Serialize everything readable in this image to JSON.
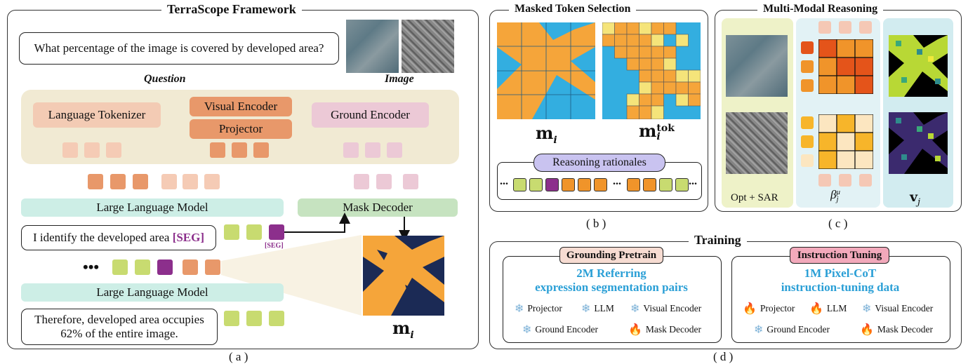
{
  "panel_a": {
    "title": "TerraScope Framework",
    "question_text": "What percentage of the image is covered by developed area?",
    "question_label": "Question",
    "image_label": "Image",
    "language_tokenizer": "Language Tokenizer",
    "visual_encoder": "Visual Encoder",
    "projector": "Projector",
    "ground_encoder": "Ground Encoder",
    "llm_1": "Large Language Model",
    "mask_decoder": "Mask Decoder",
    "identify_text": "I identify the developed area",
    "seg_token": "[SEG]",
    "seg_small": "[SEG]",
    "ellipsis": "•••",
    "llm_2": "Large Language Model",
    "answer_text": "Therefore, developed area occupies 62% of the entire image.",
    "mask_label_base": "m",
    "mask_label_sub": "i",
    "caption": "( a )"
  },
  "panel_b": {
    "title": "Masked Token Selection",
    "m_label_base": "m",
    "m_label_sub": "i",
    "mtok_label_base": "m",
    "mtok_label_sub": "i",
    "mtok_label_sup": "tok",
    "rationale_title": "Reasoning rationales",
    "ellipsis": "...",
    "caption": "( b )"
  },
  "panel_c": {
    "title": "Multi-Modal Reasoning",
    "col1_label": "Opt + SAR",
    "col2_label_base": "β",
    "col2_label_sub": "j",
    "col2_label_sup": "μ",
    "col3_label_base": "v",
    "col3_label_sub": "j",
    "caption": "( c )"
  },
  "panel_d": {
    "title": "Training",
    "left": {
      "tag": "Grounding Pretrain",
      "headline_1": "2M Referring",
      "headline_2": "expression segmentation pairs",
      "items": [
        {
          "icon": "snowflake",
          "label": "Projector"
        },
        {
          "icon": "snowflake",
          "label": "LLM"
        },
        {
          "icon": "snowflake",
          "label": "Visual Encoder"
        },
        {
          "icon": "snowflake",
          "label": "Ground Encoder"
        },
        {
          "icon": "fire",
          "label": "Mask Decoder"
        }
      ]
    },
    "right": {
      "tag": "Instruction Tuning",
      "headline_1": "1M Pixel-CoT",
      "headline_2": "instruction-tuning data",
      "items": [
        {
          "icon": "fire",
          "label": "Projector"
        },
        {
          "icon": "fire",
          "label": "LLM"
        },
        {
          "icon": "snowflake",
          "label": "Visual Encoder"
        },
        {
          "icon": "snowflake",
          "label": "Ground Encoder"
        },
        {
          "icon": "fire",
          "label": "Mask Decoder"
        }
      ]
    },
    "caption": "( d )"
  },
  "colors": {
    "orange": "#e8986a",
    "light_orange": "#f5cbb5",
    "pink": "#ecc9d6",
    "green": "#c8db70",
    "purple": "#8c2f8c",
    "teal": "#cdeee6",
    "mask_navy": "#1b2a55",
    "mask_orange": "#f5a53a",
    "blue_token": "#33aee0",
    "headline_blue": "#2a9fd6"
  }
}
